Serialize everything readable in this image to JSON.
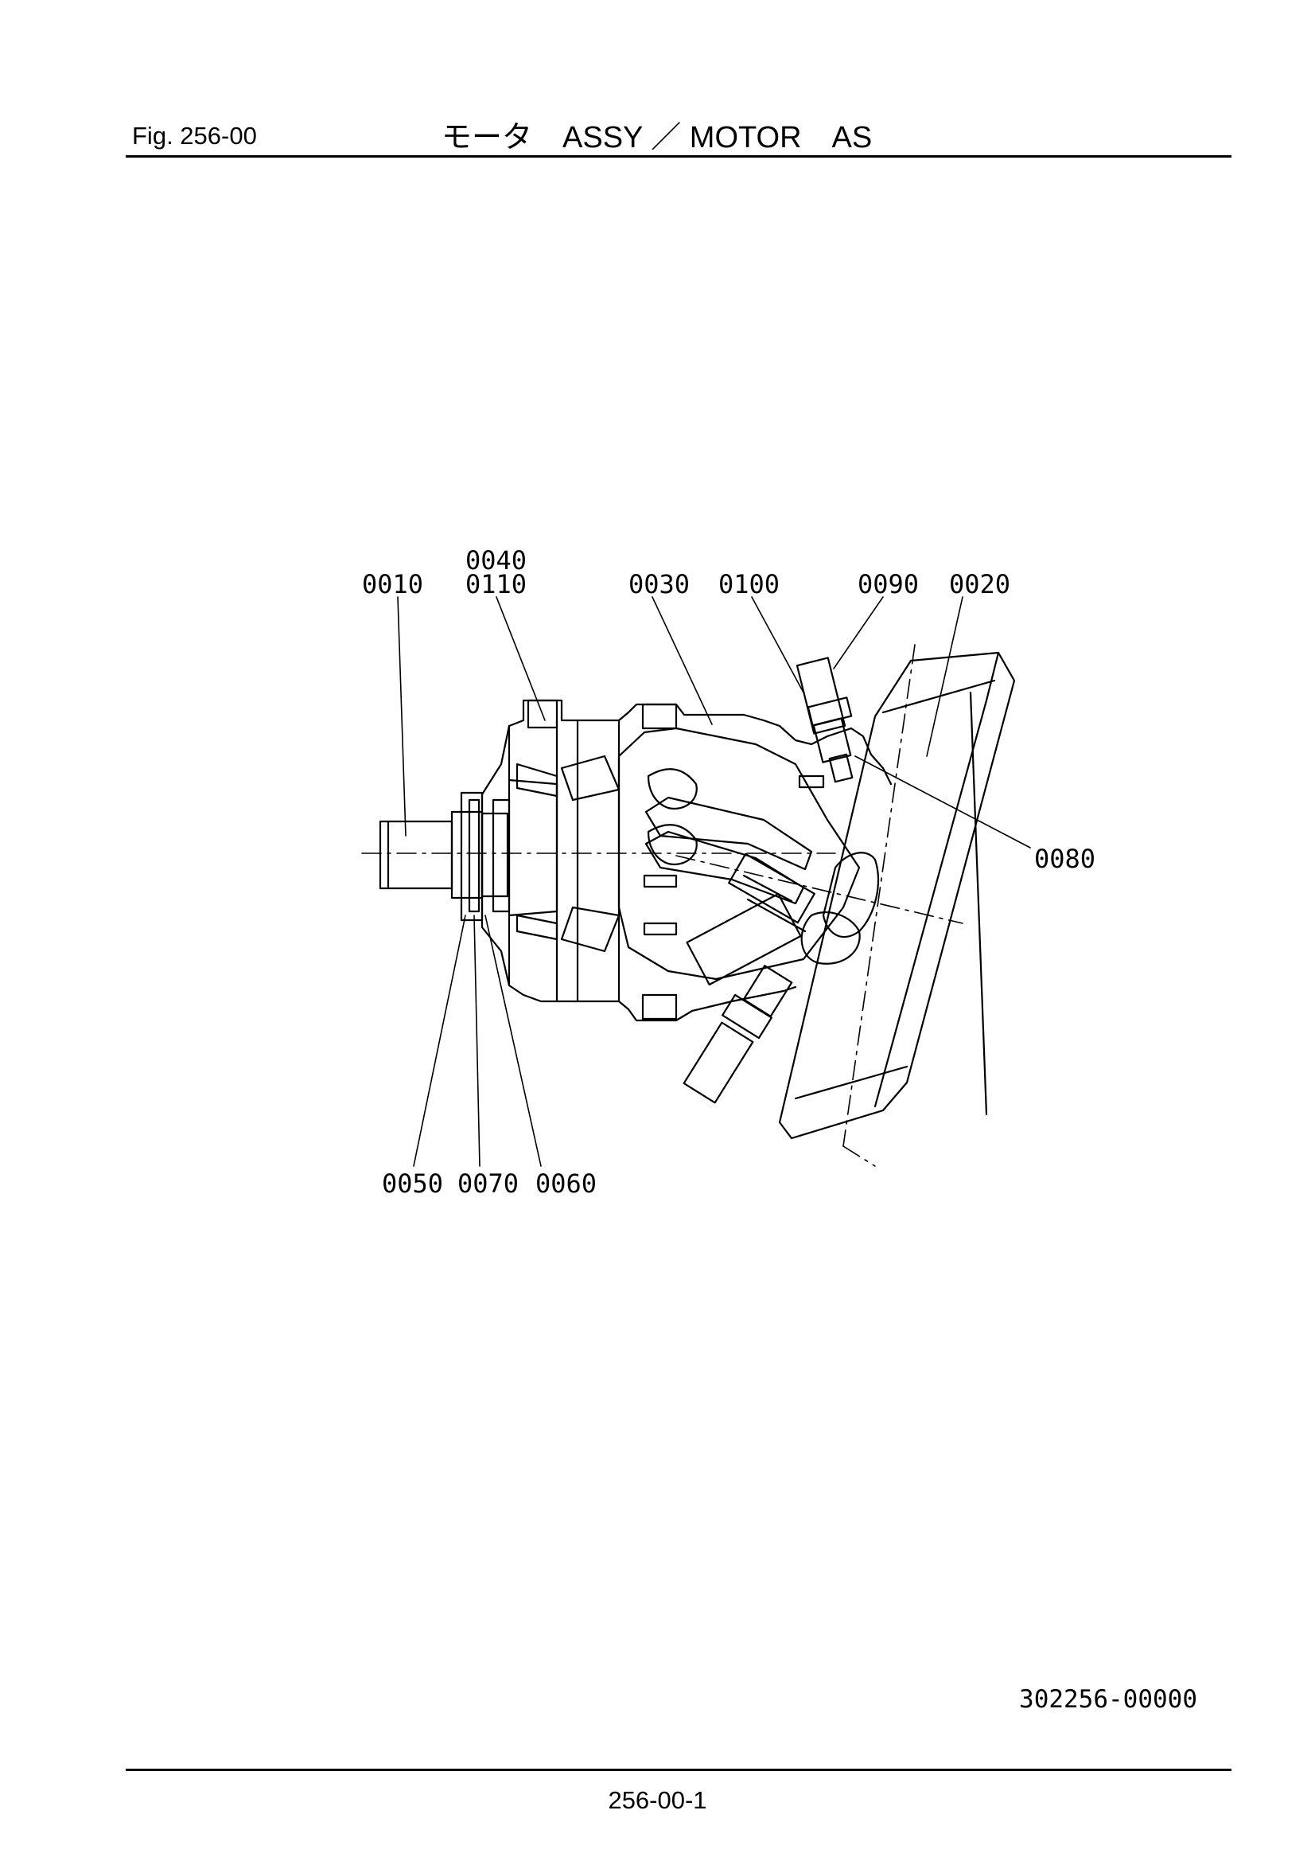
{
  "header": {
    "figure": "Fig.  256-00",
    "title": "モータ　ASSY ／ MOTOR　AS"
  },
  "diagram": {
    "part_labels": [
      "0010",
      "0040",
      "0110",
      "0030",
      "0100",
      "0090",
      "0020",
      "0080",
      "0050",
      "0070",
      "0060"
    ]
  },
  "footer": {
    "drawing_number": "302256-00000",
    "page_number": "256-00-1"
  },
  "colors": {
    "ink": "#000000",
    "paper": "#ffffff"
  }
}
